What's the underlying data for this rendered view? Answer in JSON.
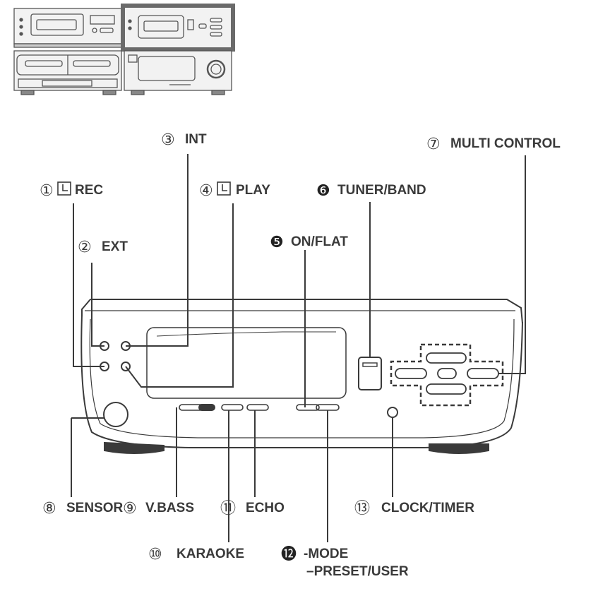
{
  "callouts": [
    {
      "number": "①",
      "label": "REC",
      "icon": "clock-icon"
    },
    {
      "number": "②",
      "label": "EXT"
    },
    {
      "number": "③",
      "label": "INT"
    },
    {
      "number": "④",
      "label": "PLAY",
      "icon": "clock-icon"
    },
    {
      "number": "❺",
      "label": "ON/FLAT"
    },
    {
      "number": "❻",
      "label": "TUNER/BAND"
    },
    {
      "number": "⑦",
      "label": "MULTI CONTROL"
    },
    {
      "number": "⑧",
      "label": "SENSOR"
    },
    {
      "number": "⑨",
      "label": "V.BASS"
    },
    {
      "number": "⑩",
      "label": "KARAOKE"
    },
    {
      "number": "⑪",
      "label": "ECHO"
    },
    {
      "number": "⓬",
      "label": "-MODE",
      "label_line2": "–PRESET/USER"
    },
    {
      "number": "⑬",
      "label": "CLOCK/TIMER"
    }
  ],
  "colors": {
    "ink": "#3a3a3a",
    "highlight": "#6a6a6a"
  }
}
